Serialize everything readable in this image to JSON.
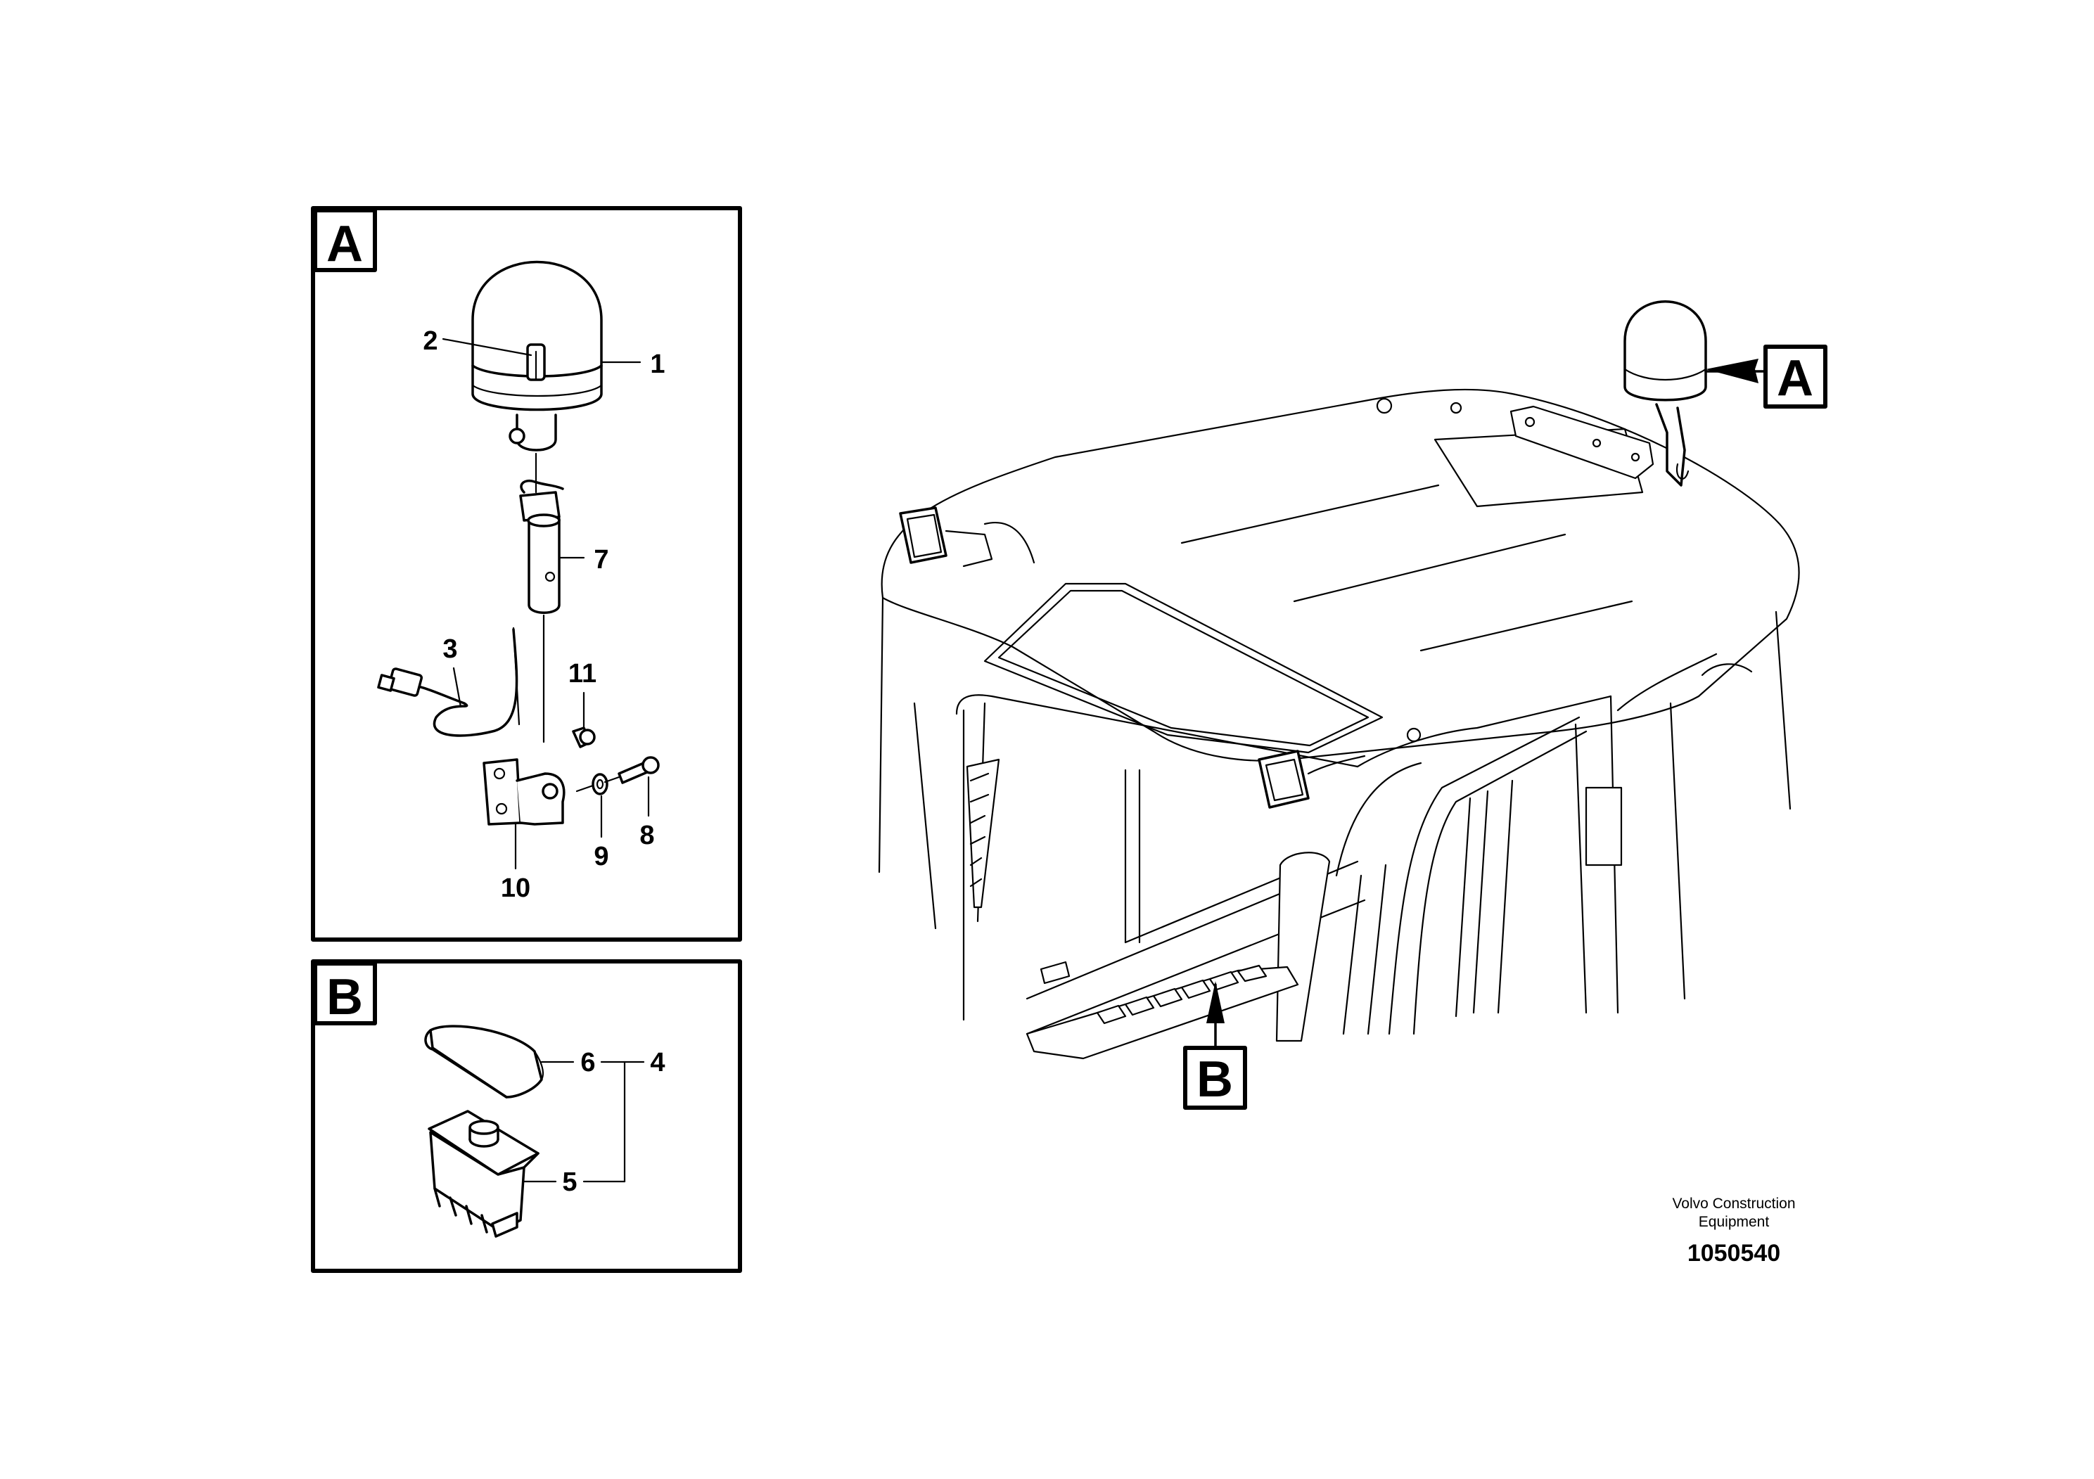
{
  "panels": {
    "a": {
      "label": "A"
    },
    "b": {
      "label": "B"
    }
  },
  "callouts": {
    "a": [
      "1",
      "2",
      "3",
      "7",
      "8",
      "9",
      "10",
      "11"
    ],
    "b": [
      "4",
      "5",
      "6"
    ]
  },
  "overview": {
    "marker_a": "A",
    "marker_b": "B"
  },
  "footer": {
    "credit_line1": "Volvo Construction",
    "credit_line2": "Equipment",
    "figure_number": "1050540"
  }
}
